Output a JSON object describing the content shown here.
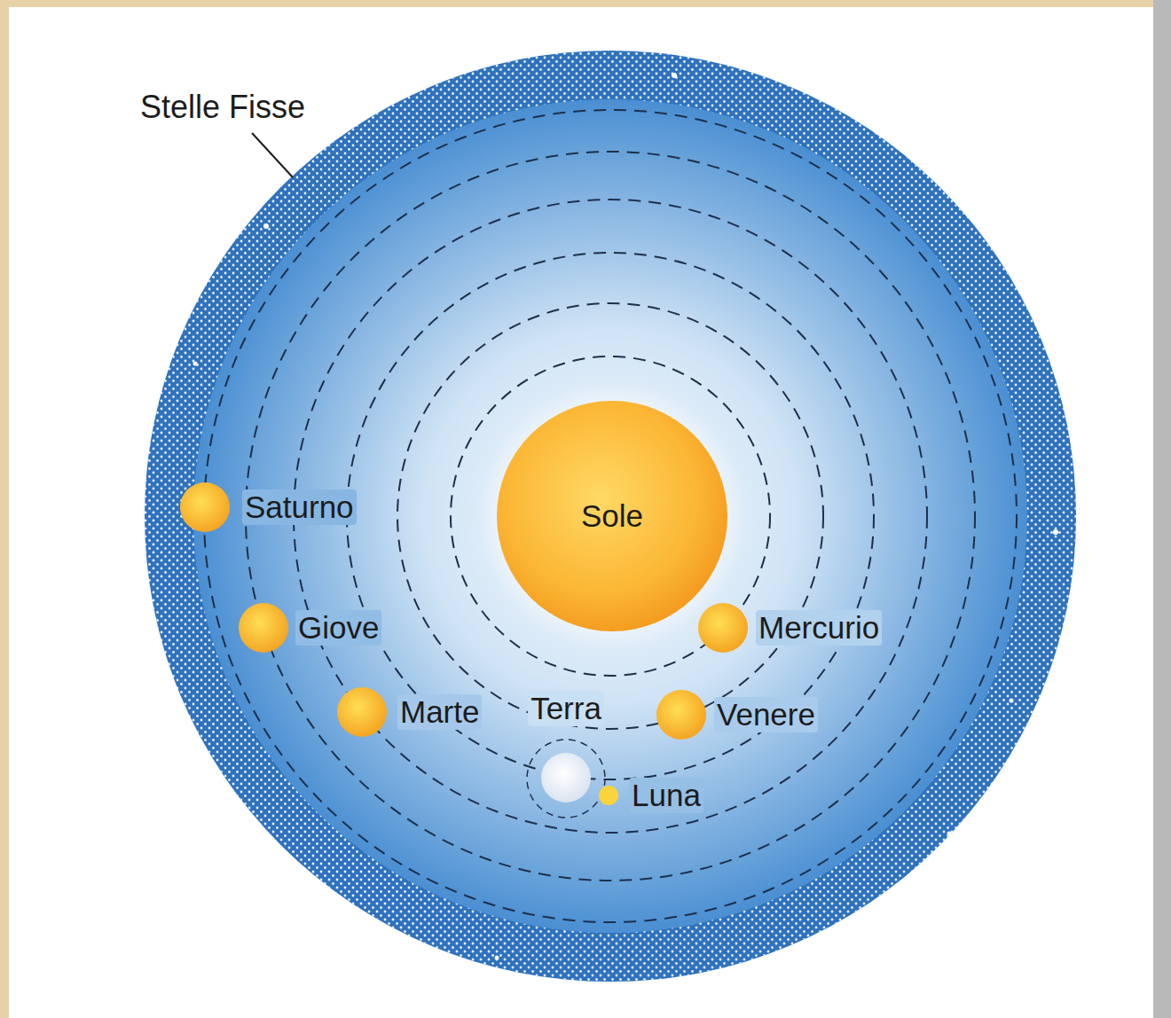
{
  "diagram": {
    "nodes": [
      {
        "text": [
          "Saturno"
        ]
      },
      {
        "text": [
          "Sole"
        ]
      },
      {
        "text": [
          "Giove"
        ]
      },
      {
        "text": [
          "Mercurio"
        ]
      },
      {
        "text": [
          "Marte"
        ]
      },
      {
        "text": [
          "Terra"
        ]
      },
      {
        "text": [
          "Venere"
        ]
      },
      {
        "text": [
          "Luna"
        ]
      }
    ],
    "labels": [
      "Stelle Fisse"
    ]
  }
}
